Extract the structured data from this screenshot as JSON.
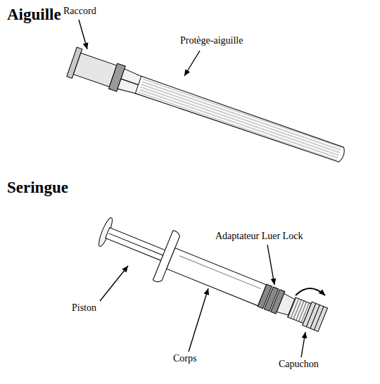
{
  "diagram": {
    "labels": [
      "Aiguille",
      "Raccord",
      "Protège-aiguille",
      "Seringue",
      "Adaptateur Luer Lock",
      "Piston",
      "Corps",
      "Capuchon"
    ]
  }
}
